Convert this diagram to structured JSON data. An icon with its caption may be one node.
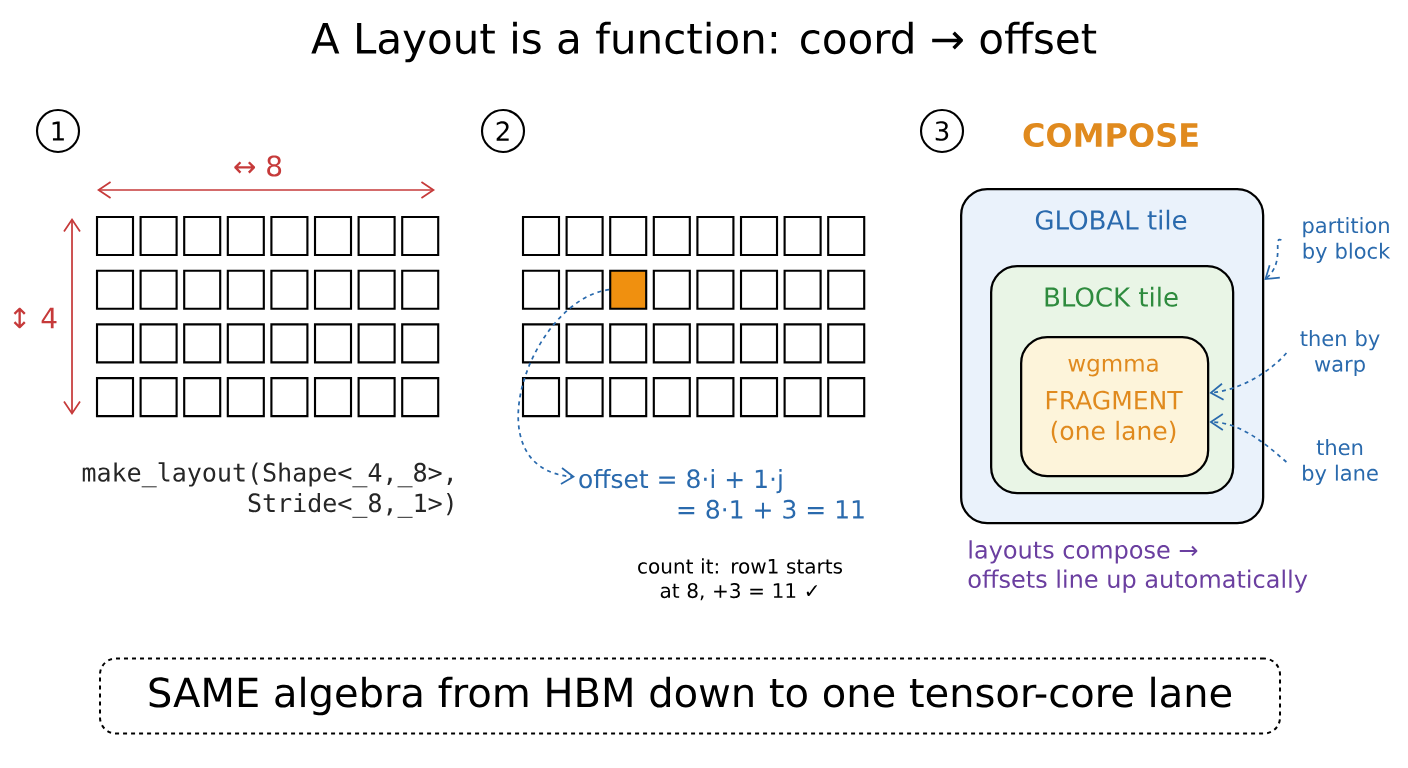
{
  "diagram": {
    "title": "A Layout is a function: coord → offset",
    "nodes": [
      {
        "text": [],
        "shape": "box"
      },
      {
        "text": [
          "offset = 8·i + 1·j",
          "= 8·1 + 3 = 11"
        ]
      },
      {
        "text": [
          "GLOBAL tile"
        ]
      },
      {
        "text": [
          "BLOCK tile"
        ],
        "in": 2
      },
      {
        "text": [
          "wgmma",
          "FRAGMENT (one lane)"
        ],
        "in": 3
      },
      {
        "text": [
          "partition by block"
        ]
      },
      {
        "text": [
          "then by warp"
        ]
      },
      {
        "text": [
          "then by lane"
        ]
      },
      {
        "text": [
          "SAME algebra from HBM down to one tensor-core lane"
        ]
      }
    ],
    "edges": [
      {
        "from": 0,
        "to": 1,
        "arrow": "to",
        "style": "dashed"
      },
      {
        "from": 5,
        "to": 2,
        "arrow": "to",
        "style": "dashed"
      },
      {
        "from": 6,
        "to": 4,
        "arrow": "to",
        "style": "dashed"
      },
      {
        "from": 7,
        "to": 4,
        "arrow": "to",
        "style": "dashed"
      }
    ],
    "labels": [
      "1",
      "2",
      "3",
      "COMPOSE",
      "↔ 8",
      "↕ 4",
      "make_layout(Shape<_4,_8>, Stride<_8,_1>)",
      "count it: row1 starts at 8, +3 = 11 ✓",
      "layouts compose → offsets line up automatically"
    ]
  }
}
